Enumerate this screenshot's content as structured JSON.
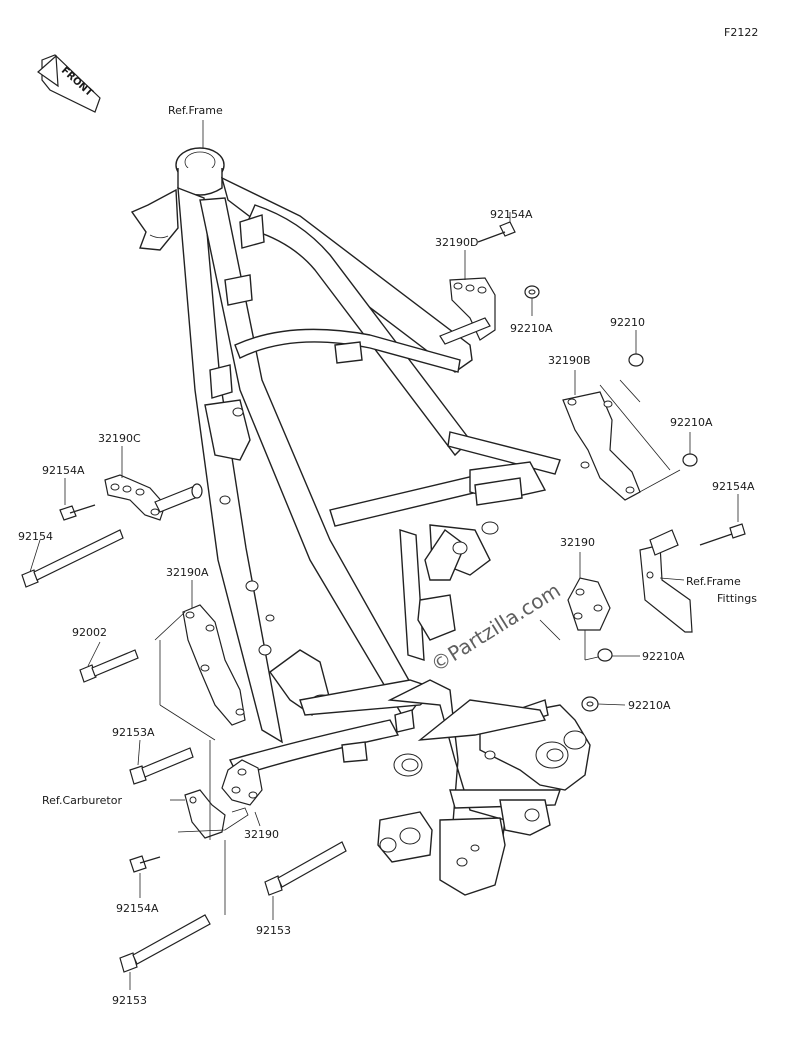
{
  "figure_code": "F2122",
  "front_marker": "FRONT",
  "watermark": "©Partzilla.com",
  "labels": {
    "ref_frame": "Ref.Frame",
    "ref_frame_fittings_1": "Ref.Frame",
    "ref_frame_fittings_2": "Fittings",
    "ref_carburetor": "Ref.Carburetor",
    "p_92154A_top": "92154A",
    "p_32190D": "32190D",
    "p_92210A_top": "92210A",
    "p_92210": "92210",
    "p_32190B": "32190B",
    "p_92210A_right": "92210A",
    "p_92154A_right": "92154A",
    "p_32190C": "32190C",
    "p_92154A_left": "92154A",
    "p_92154": "92154",
    "p_32190A": "32190A",
    "p_92002": "92002",
    "p_32190_mid": "32190",
    "p_92210A_mid": "92210A",
    "p_92210A_low": "92210A",
    "p_92153A": "92153A",
    "p_32190_low": "32190",
    "p_92154A_bottom": "92154A",
    "p_92153_center": "92153",
    "p_92153_bottom": "92153"
  }
}
